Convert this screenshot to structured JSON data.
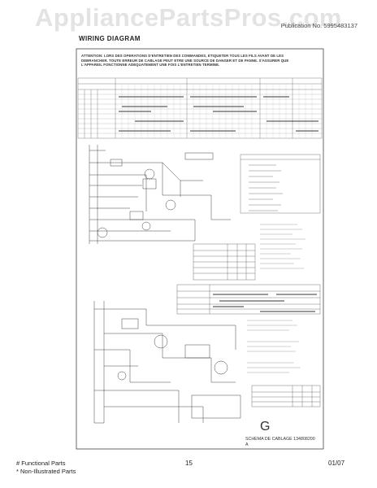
{
  "watermark": "AppliancePartsPros.com",
  "publication_text": "Publication No.  5995483137",
  "diagram_title": "WIRING DIAGRAM",
  "warning_text": "ATTENTION: LORS DES OPERATIONS D'ENTRETIEN DES COMMANDES, ETIQUETER TOUS LES FILS AVANT DE LES DEBRANCHER. TOUTE ERREUR DE CABLAGE PEUT ETRE UNE SOURCE DE DANGER ET DE PANNE. S'ASSURER QUE L'APPAREIL FONCTIONNE ADEQUATEMENT UNE FOIS L'ENTRETIEN TERMINE.",
  "diagram_letter": "G",
  "diagram_caption": "SCHEMA DE CABLAGE 134808200 A",
  "footer": {
    "functional_parts": "# Functional Parts",
    "non_illustrated_parts": "* Non-Illustrated Parts",
    "page_number": "15",
    "date": "01/07"
  }
}
